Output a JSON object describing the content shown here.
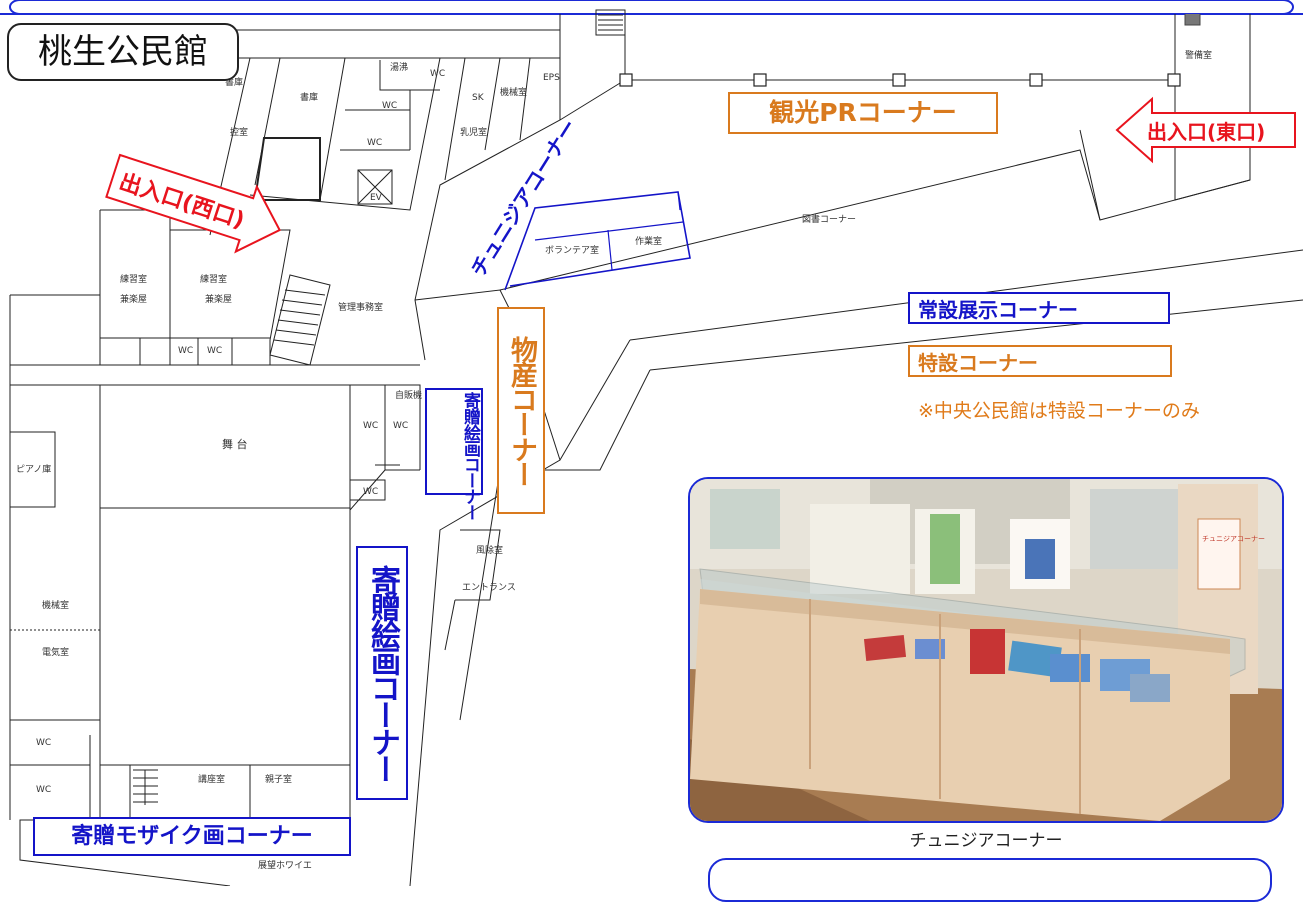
{
  "title": "桃生公民館",
  "entrances": {
    "west": "出入口(西口)",
    "east": "出入口(東口)"
  },
  "corners": {
    "tunisia": "チュニジアコーナー",
    "tourism_pr": "観光PRコーナー",
    "products": "物産コーナー",
    "donated_painting_small": "寄贈絵画コーナー",
    "donated_painting_large": "寄贈絵画コーナー",
    "donated_mosaic": "寄贈モザイク画コーナー"
  },
  "legend": {
    "permanent": "常設展示コーナー",
    "special": "特設コーナー",
    "note": "※中央公民館は特設コーナーのみ",
    "permanent_color": "#1414c8",
    "special_color": "#d97a1e",
    "entrance_color": "#e8141e"
  },
  "rooms": {
    "shoko_top": "書庫",
    "shoko": "書庫",
    "yuwakashi": "湯沸",
    "wc": "WC",
    "sk": "SK",
    "kikaishitsu": "機械室",
    "eps": "EPS",
    "hikaeshitsu": "控室",
    "nyujishitsu": "乳児室",
    "ev": "EV",
    "keibishitsu": "警備室",
    "library": "図書コーナー",
    "volunteer": "ボランテア室",
    "sagyo": "作業室",
    "renshu1": "練習室",
    "gakuya1": "兼楽屋",
    "renshu2": "練習室",
    "gakuya2": "兼楽屋",
    "kanri": "管理事務室",
    "jihanki": "自販機",
    "butai": "舞 台",
    "piano": "ピアノ庫",
    "kikai2": "機械室",
    "denki": "電気室",
    "kouza": "講座室",
    "oyako": "親子室",
    "fujo": "風除室",
    "entrance": "エントランス",
    "tenbo": "展望ホワイエ"
  },
  "photo": {
    "caption": "チュニジアコーナー",
    "sign_text": "チュニジアコーナー"
  }
}
